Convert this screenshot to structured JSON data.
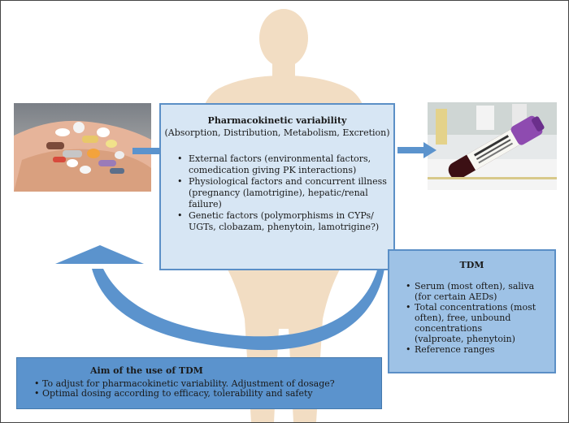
{
  "pk_box": {
    "title": "Pharmacokinetic variability",
    "subtitle": "(Absorption, Distribution, Metabolism, Excretion)",
    "items": [
      {
        "line1": "External factors (environmental factors,",
        "line2": "comedication giving PK interactions)"
      },
      {
        "line1": "Physiological factors and concurrent illness",
        "line2": "(pregnancy (lamotrigine), hepatic/renal",
        "line3": "failure)"
      },
      {
        "line1": "Genetic factors (polymorphisms in CYPs/",
        "line2": "UGTs, clobazam, phenytoin, lamotrigine?)"
      }
    ]
  },
  "tdm_box": {
    "title": "TDM",
    "items": [
      {
        "line1": "Serum (most often), saliva",
        "line2": "(for certain AEDs)"
      },
      {
        "line1": "Total concentrations (most",
        "line2": "often), free, unbound",
        "line3": "concentrations",
        "line4": "(valproate, phenytoin)"
      },
      {
        "line1": "Reference ranges"
      }
    ]
  },
  "aim_box": {
    "title": "Aim of the use of TDM",
    "items": [
      "To adjust for pharmacokinetic variability. Adjustment of dosage?",
      "Optimal dosing according to efficacy, tolerability  and safety"
    ]
  },
  "colors": {
    "pk_fill": "#d7e6f4",
    "tdm_fill": "#9ec2e6",
    "aim_fill": "#5b93cd",
    "arrow": "#5b93cd",
    "silhouette": "#f2ddc3"
  }
}
